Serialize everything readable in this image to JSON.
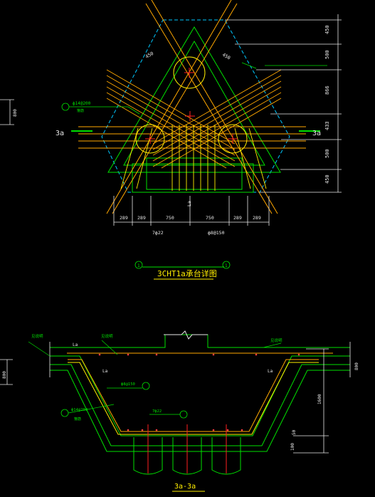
{
  "colors": {
    "background": "#000000",
    "outline": "#00e000",
    "rebar": "#ffa800",
    "tie": "#ffee00",
    "dim": "#e8e8e8",
    "center": "#ff2020",
    "hidden": "#00c8ff"
  },
  "plan": {
    "title": "3CHT1a承台详图",
    "bubble_left": "1",
    "bubble_right": "1",
    "section_mark_left": "3a",
    "section_mark_right": "3a",
    "rebar_label": "ф14@200",
    "rebar_sublabel": "箍筋",
    "right_dims": [
      "450",
      "500",
      "866",
      "433",
      "500",
      "450"
    ],
    "bottom_dims": [
      "289",
      "289",
      "750",
      "750",
      "289",
      "289"
    ],
    "bottom_note_left": "7ф22",
    "bottom_note_right": "ф8@150",
    "diag_dim": "450",
    "la": "La"
  },
  "section": {
    "title": "3a-3a",
    "label_top_left": "见说明",
    "label_top_mid": "见说明",
    "label_top_right": "见说明",
    "stirrup_label": "ф8@150",
    "side_rebar_label": "ф14@200",
    "side_rebar_sublabel": "箍筋",
    "bottom_rebar_label": "7ф22",
    "depth_dim": "1600",
    "left_dim": "800",
    "right_dim": "800",
    "dim_50": "50",
    "dim_100": "100",
    "la": "La"
  },
  "left_margin_marks": {
    "upper": "800",
    "lower": "800"
  }
}
